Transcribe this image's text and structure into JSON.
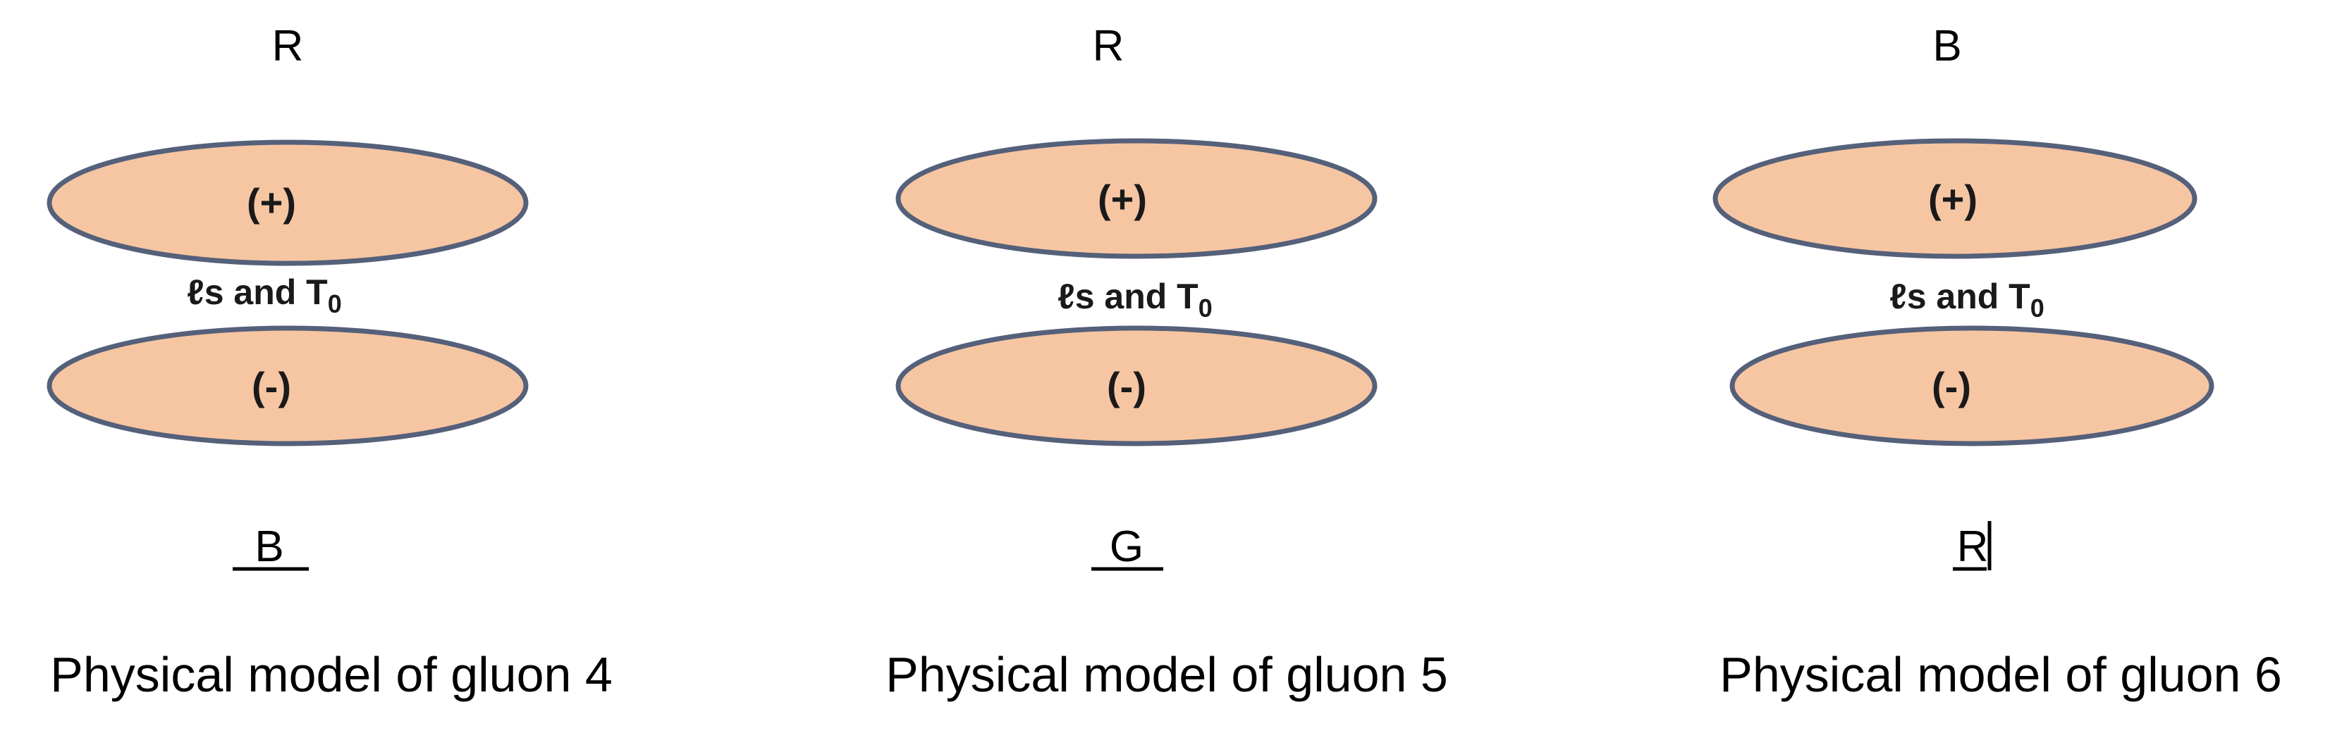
{
  "panels": [
    {
      "top_color": "R",
      "top_sign": "(+)",
      "middle_text": "ℓs and T",
      "middle_subscript": "0",
      "bottom_sign": "(-)",
      "bottom_color": "B",
      "caption": "Physical model of gluon 4"
    },
    {
      "top_color": "R",
      "top_sign": "(+)",
      "middle_text": "ℓs and T",
      "middle_subscript": "0",
      "bottom_sign": "(-)",
      "bottom_color": "G",
      "caption": "Physical model of gluon 5"
    },
    {
      "top_color": "B",
      "top_sign": "(+)",
      "middle_text": "ℓs and T",
      "middle_subscript": "0",
      "bottom_sign": "(-)",
      "bottom_color": "R",
      "caption": "Physical model of gluon 6"
    }
  ],
  "colors": {
    "ellipse_fill": "#f6c6a2",
    "ellipse_stroke": "#55607a"
  }
}
